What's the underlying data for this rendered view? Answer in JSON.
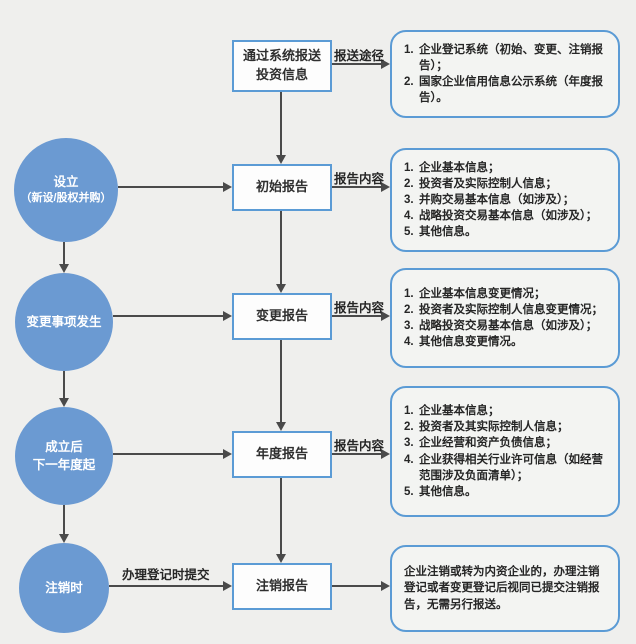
{
  "diagram": {
    "colors": {
      "background": "#efefed",
      "circle_fill": "#6b9ad2",
      "box_border": "#5b9bd5",
      "arrow": "#4a4a4a"
    },
    "top_box": {
      "line1": "通过系统报送",
      "line2": "投资信息"
    },
    "circles": [
      {
        "lines": [
          "设立",
          "（新设/股权并购）"
        ]
      },
      {
        "lines": [
          "变更事项发生"
        ]
      },
      {
        "lines": [
          "成立后",
          "下一年度起"
        ]
      },
      {
        "lines": [
          "注销时"
        ]
      }
    ],
    "report_boxes": [
      "初始报告",
      "变更报告",
      "年度报告",
      "注销报告"
    ],
    "arrow_labels": {
      "channel": "报送途径",
      "content_initial": "报告内容",
      "content_change": "报告内容",
      "content_annual": "报告内容",
      "submit_at_registration": "办理登记时提交"
    },
    "detail_boxes": {
      "channels": {
        "items": [
          {
            "n": "1.",
            "t": "企业登记系统（初始、变更、注销报告）；"
          },
          {
            "n": "2.",
            "t": "国家企业信用信息公示系统（年度报告）。"
          }
        ]
      },
      "initial": {
        "items": [
          {
            "n": "1.",
            "t": "企业基本信息；"
          },
          {
            "n": "2.",
            "t": "投资者及实际控制人信息；"
          },
          {
            "n": "3.",
            "t": "并购交易基本信息（如涉及）；"
          },
          {
            "n": "4.",
            "t": "战略投资交易基本信息（如涉及）；"
          },
          {
            "n": "5.",
            "t": "其他信息。"
          }
        ]
      },
      "change": {
        "items": [
          {
            "n": "1.",
            "t": "企业基本信息变更情况；"
          },
          {
            "n": "2.",
            "t": "投资者及实际控制人信息变更情况；"
          },
          {
            "n": "3.",
            "t": "战略投资交易基本信息（如涉及）；"
          },
          {
            "n": "4.",
            "t": "其他信息变更情况。"
          }
        ]
      },
      "annual": {
        "items": [
          {
            "n": "1.",
            "t": "企业基本信息；"
          },
          {
            "n": "2.",
            "t": "投资者及其实际控制人信息；"
          },
          {
            "n": "3.",
            "t": "企业经营和资产负债信息；"
          },
          {
            "n": "4.",
            "t": "企业获得相关行业许可信息（如经营范围涉及负面清单）；"
          },
          {
            "n": "5.",
            "t": "其他信息。"
          }
        ]
      },
      "deregistration": {
        "text": "企业注销或转为内资企业的，办理注销登记或者变更登记后视同已提交注销报告，无需另行报送。"
      }
    }
  }
}
